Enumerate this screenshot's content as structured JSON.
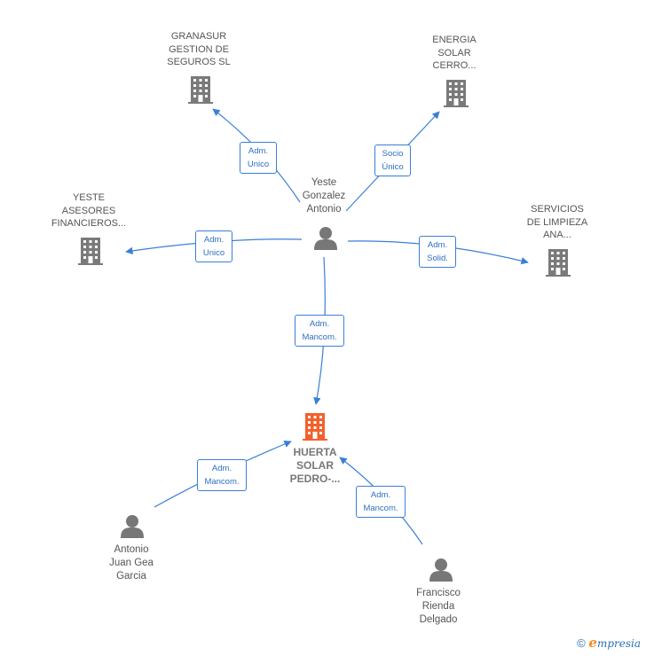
{
  "colors": {
    "edge": "#3a7fd6",
    "building": "#7a7a7a",
    "building_main": "#f2612d",
    "person": "#777777"
  },
  "nodes": {
    "granasur": {
      "label": [
        "GRANASUR",
        "GESTION DE",
        "SEGUROS  SL"
      ],
      "type": "company"
    },
    "energia": {
      "label": [
        "ENERGIA",
        "SOLAR",
        "CERRO..."
      ],
      "type": "company"
    },
    "yeste_asesores": {
      "label": [
        "YESTE",
        "ASESORES",
        "FINANCIEROS..."
      ],
      "type": "company"
    },
    "servicios": {
      "label": [
        "SERVICIOS",
        "DE LIMPIEZA",
        "ANA..."
      ],
      "type": "company"
    },
    "huerta": {
      "label": [
        "HUERTA",
        "SOLAR",
        "PEDRO-..."
      ],
      "type": "company-main"
    },
    "yeste_person": {
      "label": [
        "Yeste",
        "Gonzalez",
        "Antonio"
      ],
      "type": "person"
    },
    "antonio": {
      "label": [
        "Antonio",
        "Juan Gea",
        "Garcia"
      ],
      "type": "person"
    },
    "francisco": {
      "label": [
        "Francisco",
        "Rienda",
        "Delgado"
      ],
      "type": "person"
    }
  },
  "edges": {
    "to_granasur": [
      "Adm.",
      "Unico"
    ],
    "to_energia": [
      "Socio",
      "Único"
    ],
    "to_yeste_asesores": [
      "Adm.",
      "Unico"
    ],
    "to_servicios": [
      "Adm.",
      "Solid."
    ],
    "yeste_to_huerta": [
      "Adm.",
      "Mancom."
    ],
    "antonio_to_huerta": [
      "Adm.",
      "Mancom."
    ],
    "francisco_to_huerta": [
      "Adm.",
      "Mancom."
    ]
  },
  "footer": {
    "copyright": "©",
    "brand_first": "e",
    "brand_rest": "mpresia"
  }
}
